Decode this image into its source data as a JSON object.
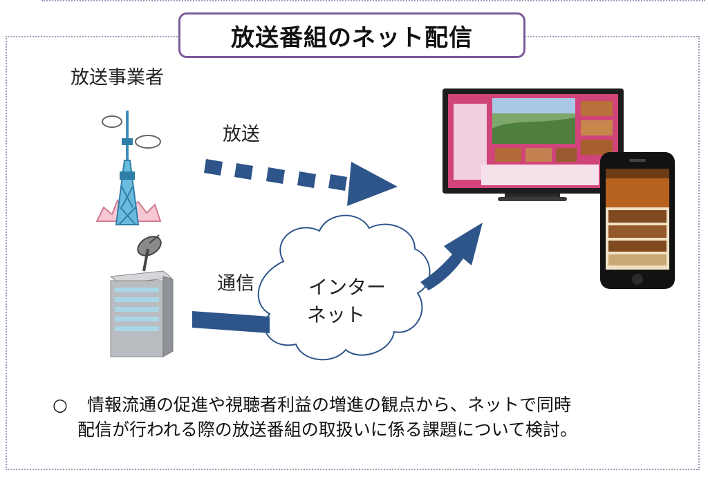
{
  "title": "放送番組のネット配信",
  "labels": {
    "broadcaster": "放送事業者",
    "broadcast": "放送",
    "telecom": "通信",
    "internet_line1": "インター",
    "internet_line2": "ネット"
  },
  "note": {
    "bullet": "○",
    "line1": "情報流通の促進や視聴者利益の増進の観点から、ネットで同時",
    "line2": "配信が行われる際の放送番組の取扱いに係る課題について検討。"
  },
  "colors": {
    "arrow": "#2e5589",
    "title_border": "#7b5a9a",
    "frame": "#9a9ab8",
    "tower": "#4aa3c8",
    "tv_screen": "#d0447a"
  },
  "icons": [
    "broadcast-tower-icon",
    "data-center-building-icon",
    "satellite-dish-icon",
    "cloud-icon",
    "television-icon",
    "smartphone-icon"
  ]
}
